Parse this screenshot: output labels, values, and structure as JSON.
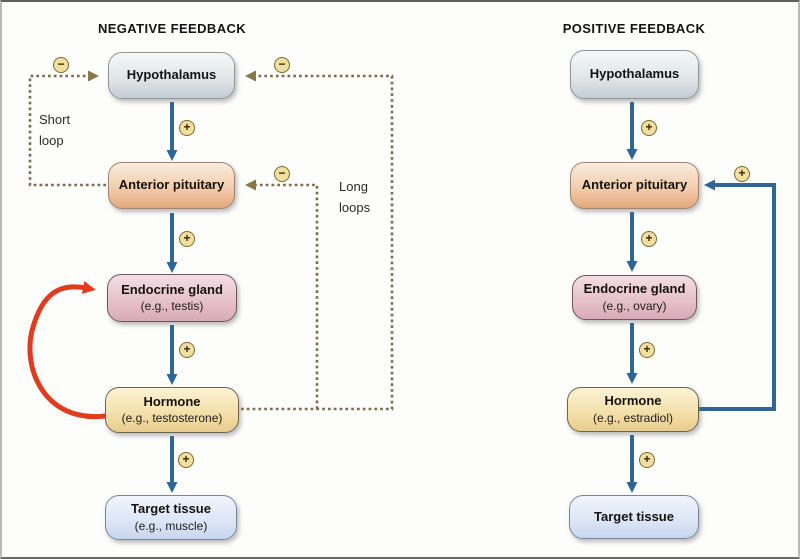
{
  "titles": {
    "negative": "NEGATIVE FEEDBACK",
    "positive": "POSITIVE FEEDBACK"
  },
  "signs": {
    "plus": "+",
    "minus": "−"
  },
  "negative": {
    "hypothalamus": {
      "label": "Hypothalamus"
    },
    "anterior_pituitary": {
      "label": "Anterior pituitary"
    },
    "endocrine_gland": {
      "label": "Endocrine gland",
      "sub": "(e.g., testis)"
    },
    "hormone": {
      "label": "Hormone",
      "sub": "(e.g., testosterone)"
    },
    "target_tissue": {
      "label": "Target tissue",
      "sub": "(e.g., muscle)"
    },
    "short_loop_label": "Short\nloop",
    "long_loops_label": "Long\nloops"
  },
  "positive": {
    "hypothalamus": {
      "label": "Hypothalamus"
    },
    "anterior_pituitary": {
      "label": "Anterior pituitary"
    },
    "endocrine_gland": {
      "label": "Endocrine gland",
      "sub": "(e.g., ovary)"
    },
    "hormone": {
      "label": "Hormone",
      "sub": "(e.g., estradiol)"
    },
    "target_tissue": {
      "label": "Target tissue"
    }
  },
  "colors": {
    "arrow_blue": "#2d6697",
    "dashed_olive": "#7c6d4f",
    "dashed_arrowhead": "#8a7748",
    "red_arrow": "#e23b1e",
    "sign_fill": "#f1dfa0",
    "sign_border": "#7a692e",
    "box_gray": "#c5ced3",
    "box_peach": "#e3a87d",
    "box_pink": "#d9aab9",
    "box_gold": "#e9cc8e",
    "box_blue": "#c8d6ee"
  }
}
